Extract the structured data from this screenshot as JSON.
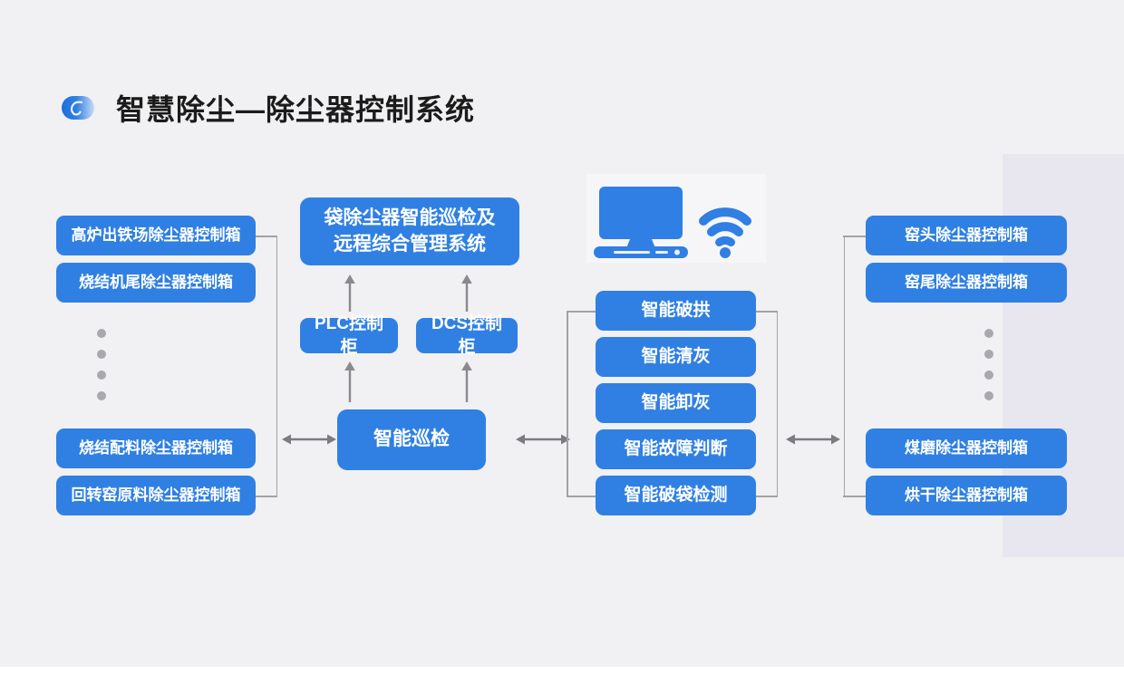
{
  "page": {
    "background_color": "#f1f0f2",
    "accent_color": "#3080e3",
    "line_color": "#a2a2a4",
    "panel_color": "#e8e7ef"
  },
  "header": {
    "title": "智慧除尘—除尘器控制系统",
    "logo_icon": "swirl-logo-icon"
  },
  "illustration": {
    "monitor_icon": "desktop-computer-icon",
    "wifi_icon": "wifi-signal-icon"
  },
  "left_column": {
    "top_items": [
      {
        "label": "高炉出铁场除尘器控制箱"
      },
      {
        "label": "烧结机尾除尘器控制箱"
      }
    ],
    "ellipsis_dots": 4,
    "bottom_items": [
      {
        "label": "烧结配料除尘器控制箱"
      },
      {
        "label": "回转窑原料除尘器控制箱"
      }
    ]
  },
  "center_column": {
    "system_box": {
      "label": "袋除尘器智能巡检及\n远程综合管理系统"
    },
    "system_box_line1": "袋除尘器智能巡检及",
    "system_box_line2": "远程综合管理系统",
    "cabinets": [
      {
        "label": "PLC控制柜"
      },
      {
        "label": "DCS控制柜"
      }
    ],
    "inspection_box": {
      "label": "智能巡检"
    }
  },
  "function_column": {
    "items": [
      {
        "label": "智能破拱"
      },
      {
        "label": "智能清灰"
      },
      {
        "label": "智能卸灰"
      },
      {
        "label": "智能故障判断"
      },
      {
        "label": "智能破袋检测"
      }
    ]
  },
  "right_column": {
    "top_items": [
      {
        "label": "窑头除尘器控制箱"
      },
      {
        "label": "窑尾除尘器控制箱"
      }
    ],
    "ellipsis_dots": 4,
    "bottom_items": [
      {
        "label": "煤磨除尘器控制箱"
      },
      {
        "label": "烘干除尘器控制箱"
      }
    ]
  },
  "connectors": {
    "left_bidirectional_arrow": "left-right-arrow",
    "right_bidirectional_arrow": "left-right-arrow",
    "far_right_bidirectional_arrow": "left-right-arrow",
    "plc_up_arrow": "up-arrow",
    "dcs_up_arrow": "up-arrow"
  }
}
